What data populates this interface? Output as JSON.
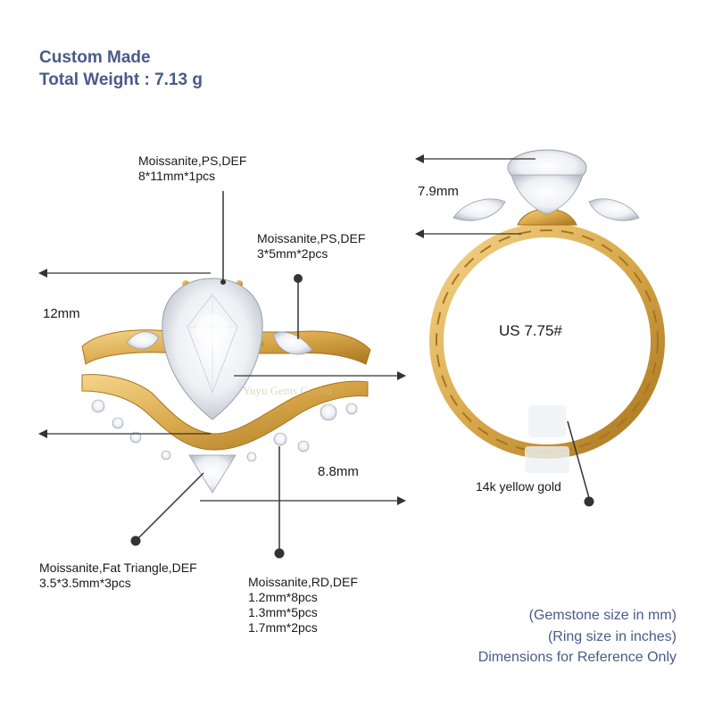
{
  "header": {
    "title": "Custom Made",
    "weight": "Total Weight : 7.13 g"
  },
  "labels": {
    "center_stone": {
      "name": "Moissanite,PS,DEF",
      "size": "8*11mm*1pcs"
    },
    "side_stone": {
      "name": "Moissanite,PS,DEF",
      "size": "3*5mm*2pcs"
    },
    "triangle_stone": {
      "name": "Moissanite,Fat Triangle,DEF",
      "size": "3.5*3.5mm*3pcs"
    },
    "round_stone": {
      "name": "Moissanite,RD,DEF",
      "sizes": [
        "1.2mm*8pcs",
        "1.3mm*5pcs",
        "1.7mm*2pcs"
      ]
    },
    "metal": "14k yellow gold",
    "ring_size": "US 7.75#"
  },
  "dimensions": {
    "height": "12mm",
    "band_width": "8.8mm",
    "side_height": "7.9mm"
  },
  "notes": [
    "(Gemstone size in mm)",
    "(Ring size in inches)",
    "Dimensions for Reference Only"
  ],
  "watermark": "Yuyu Gems Co.,ltd",
  "colors": {
    "header_blue": "#4a5a8a",
    "gold": "#d9a84a",
    "gold_dark": "#a8741e",
    "arrow": "#333333"
  }
}
